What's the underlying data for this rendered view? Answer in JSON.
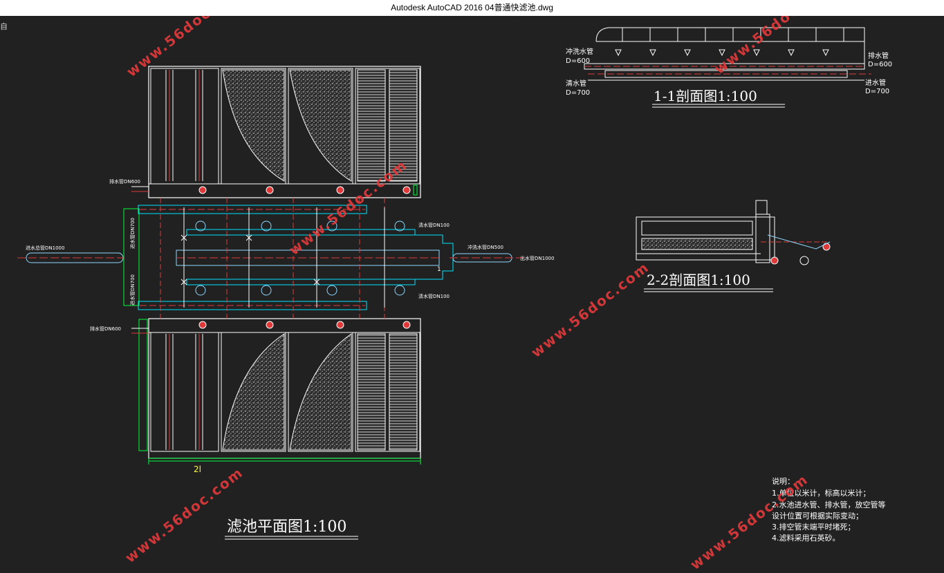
{
  "window": {
    "title": "Autodesk AutoCAD 2016     04普通快滤池.dwg",
    "corner_glyph": "自"
  },
  "drawing": {
    "plan_title": "滤池平面图1:100",
    "section_1_title": "1-1剖面图1:100",
    "section_2_title": "2-2剖面图1:100",
    "plan_labels": {
      "drain_top": "排水管DN600",
      "drain_bottom": "排水管DN600",
      "inlet_main": "进水总管DN1000",
      "inlet_upper": "进水管DN700",
      "inlet_lower": "进水管DN700",
      "clear_upper": "清水管DN100",
      "clear_lower": "清水管DN100",
      "wash_pipe": "冲洗水管DN500",
      "outlet": "出水管DN1000",
      "section_mark_2": "2l",
      "section_mark_1": "1"
    },
    "section_1_labels": {
      "wash_pipe": "冲洗水管",
      "wash_d": "D=600",
      "clear_pipe": "清水管",
      "clear_d": "D=700",
      "drain_pipe": "排水管",
      "drain_d": "D=600",
      "inlet_pipe": "进水管",
      "inlet_d": "D=700"
    },
    "notes": [
      "说明：",
      "1.单位以米计，标高以米计；",
      "2.水池进水管、排水管，放空管等",
      "设计位置可根据实际变动；",
      "3.排空管末端平时堵死；",
      "4.滤料采用石英砂。"
    ]
  },
  "watermark": "www.56doc.com",
  "colors": {
    "background": "#212121",
    "lines": "#ffffff",
    "pipe_red": "#e0393a",
    "pipe_cyan": "#00e5ff",
    "green": "#00ff3c",
    "yellow": "#ffff33",
    "pipe_fill": "#8fd8ff"
  }
}
